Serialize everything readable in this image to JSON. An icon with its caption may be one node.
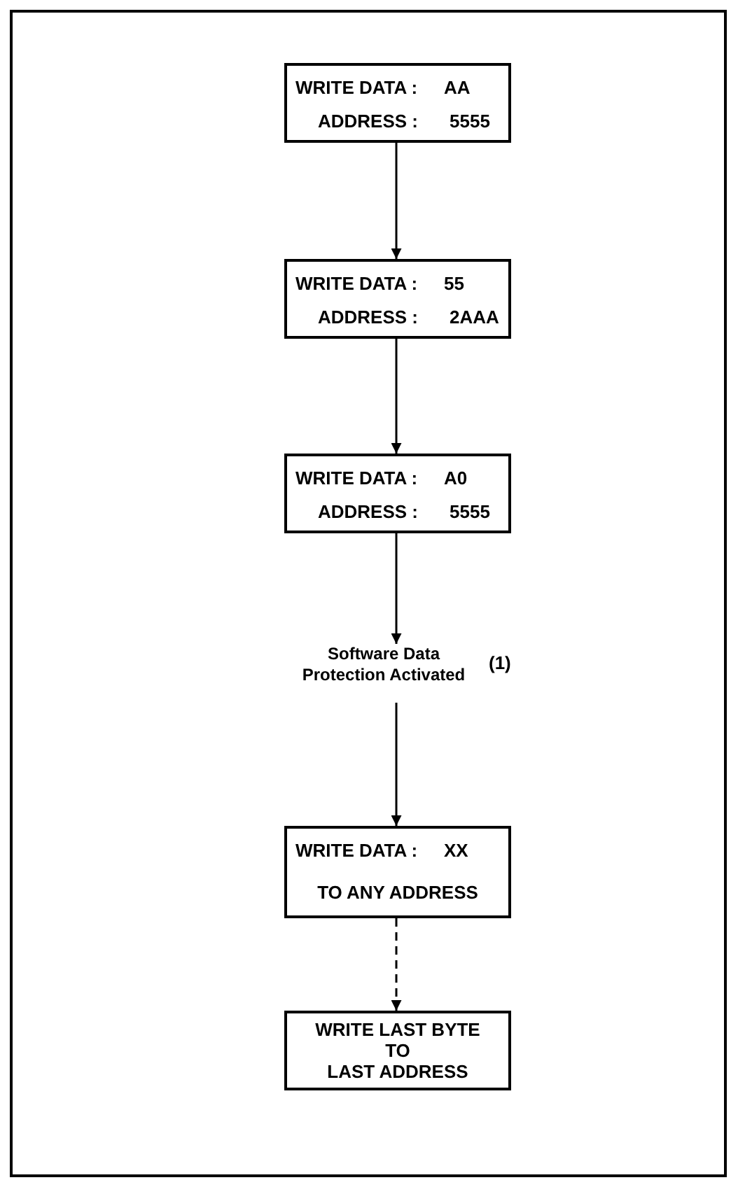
{
  "diagram": {
    "nodes": [
      {
        "text": [
          "WRITE DATA :",
          "AA",
          "ADDRESS :",
          "5555"
        ]
      },
      {
        "text": [
          "WRITE DATA :",
          "55",
          "ADDRESS :",
          "2AAA"
        ]
      },
      {
        "text": [
          "WRITE DATA :",
          "A0",
          "ADDRESS :",
          "5555"
        ]
      },
      {
        "text": [
          "Software Data Protection Activated"
        ],
        "beside": [
          "(1)"
        ]
      },
      {
        "text": [
          "WRITE DATA :",
          "XX",
          "TO ANY ADDRESS"
        ]
      },
      {
        "text": [
          "WRITE LAST BYTE",
          "TO",
          "LAST ADDRESS"
        ]
      }
    ],
    "edges": [
      {
        "from": 0,
        "to": 1,
        "arrow": "to"
      },
      {
        "from": 1,
        "to": 2,
        "arrow": "to"
      },
      {
        "from": 2,
        "to": 3,
        "arrow": "to"
      },
      {
        "from": 3,
        "to": 4,
        "arrow": "to"
      },
      {
        "from": 4,
        "to": 5,
        "arrow": "to",
        "style": "dashed"
      }
    ]
  }
}
